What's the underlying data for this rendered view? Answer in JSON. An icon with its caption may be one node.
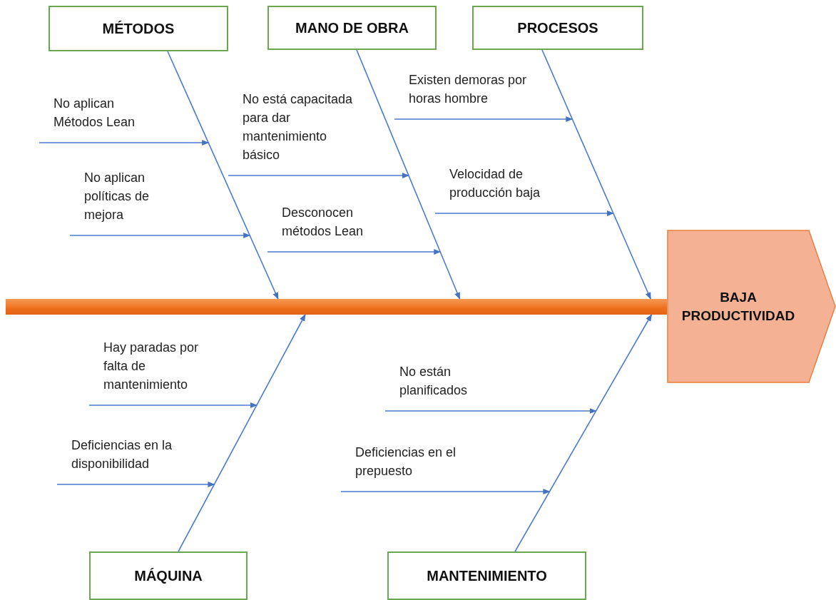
{
  "diagram": {
    "nodes": [
      {
        "text": [
          "MÉTODOS"
        ]
      },
      {
        "text": [
          "MANO DE OBRA"
        ]
      },
      {
        "text": [
          "PROCESOS"
        ]
      },
      {
        "text": [
          "Existen demoras por horas hombre"
        ]
      },
      {
        "text": [
          "No está capacitada para dar mantenimiento básico"
        ]
      },
      {
        "text": [
          "No aplican Métodos Lean"
        ]
      },
      {
        "text": [
          "Velocidad de producción baja"
        ]
      },
      {
        "text": [
          "No aplican políticas de mejora"
        ]
      },
      {
        "text": [
          "Desconocen métodos Lean"
        ]
      },
      {
        "text": [],
        "shape": "bar"
      },
      {
        "text": [
          "BAJA PRODUCTIVIDAD"
        ]
      },
      {
        "text": [
          "Hay paradas por falta de mantenimiento"
        ]
      },
      {
        "text": [
          "No están planificados"
        ]
      },
      {
        "text": [
          "Deficiencias en el prepuesto"
        ]
      },
      {
        "text": [
          "Deficiencias en la disponibilidad"
        ]
      },
      {
        "text": [
          "MÁQUINA"
        ]
      },
      {
        "text": [
          "MANTENIMIENTO"
        ]
      }
    ],
    "edges": [
      {
        "from": 5,
        "to": null,
        "arrow": "to"
      },
      {
        "from": 7,
        "to": null,
        "arrow": "to"
      },
      {
        "from": 4,
        "to": null,
        "arrow": "to"
      },
      {
        "from": 8,
        "to": null,
        "arrow": "to"
      },
      {
        "from": 3,
        "to": null,
        "arrow": "to"
      },
      {
        "from": 6,
        "to": null,
        "arrow": "to"
      },
      {
        "from": 11,
        "to": null,
        "arrow": "to"
      },
      {
        "from": 14,
        "to": null,
        "arrow": "to"
      },
      {
        "from": 12,
        "to": null,
        "arrow": "to"
      },
      {
        "from": 13,
        "to": null,
        "arrow": "to"
      },
      {
        "from": 0,
        "to": 9,
        "arrow": "to"
      },
      {
        "from": 1,
        "to": 9,
        "arrow": "to"
      },
      {
        "from": 2,
        "to": 9,
        "arrow": "to"
      },
      {
        "from": 15,
        "to": 9,
        "arrow": "to"
      },
      {
        "from": 16,
        "to": 9,
        "arrow": "to"
      }
    ]
  }
}
